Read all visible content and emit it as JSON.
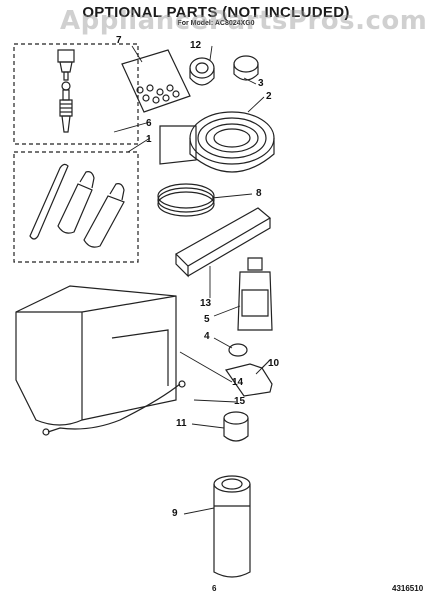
{
  "header": {
    "title": "OPTIONAL PARTS (NOT INCLUDED)",
    "subtitle": "For Model: AC8024XG0"
  },
  "watermark": "AppliancePartsPros.com",
  "callouts": [
    "7",
    "12",
    "3",
    "2",
    "6",
    "1",
    "8",
    "13",
    "5",
    "4",
    "10",
    "14",
    "15",
    "11",
    "9"
  ],
  "footer": {
    "page_number": "6",
    "document_number": "4316510"
  }
}
